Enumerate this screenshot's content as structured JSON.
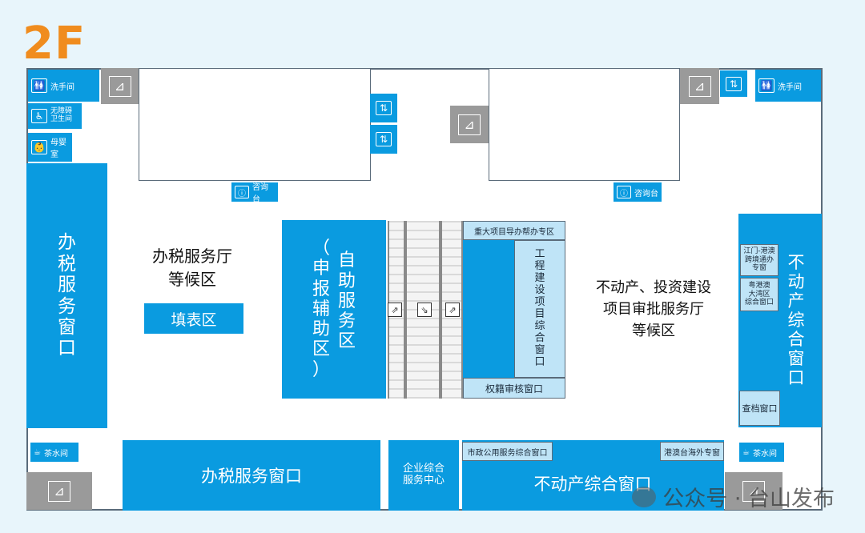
{
  "floor": "2F",
  "labels": {
    "restroom": "洗手间",
    "accessible_restroom_l1": "无障碍",
    "accessible_restroom_l2": "卫生间",
    "nursing_room": "母婴室",
    "info_desk": "咨询台",
    "tea_room": "茶水间",
    "tax_window_vertical": [
      "办",
      "税",
      "服",
      "务",
      "窗",
      "口"
    ],
    "tax_waiting_l1": "办税服务厅",
    "tax_waiting_l2": "等候区",
    "form_area": "填表区",
    "self_service_col1": [
      "（",
      "申",
      "报",
      "辅",
      "助",
      "区",
      "）"
    ],
    "self_service_col2": [
      "自",
      "助",
      "服",
      "务",
      "区"
    ],
    "major_project": "重大项目导办帮办专区",
    "engineering_window": [
      "工",
      "程",
      "建",
      "设",
      "项",
      "目",
      "综",
      "合",
      "窗",
      "口"
    ],
    "title_review": "权籍审核窗口",
    "realestate_waiting_l1": "不动产、投资建设",
    "realestate_waiting_l2": "项目审批服务厅",
    "realestate_waiting_l3": "等候区",
    "jiangmen_hkm": [
      "江门-港澳",
      "跨境通办",
      "专窗"
    ],
    "gba_window": [
      "粤港澳",
      "大湾区",
      "综合窗口"
    ],
    "realestate_window_vertical": [
      "不",
      "动",
      "产",
      "综",
      "合",
      "窗",
      "口"
    ],
    "archive_window": "查档窗口",
    "tax_window_bottom": "办税服务窗口",
    "enterprise_center_l1": "企业综合",
    "enterprise_center_l2": "服务中心",
    "municipal_window": "市政公用服务综合窗口",
    "hkmt_window": "港澳台海外专窗",
    "realestate_window_bottom": "不动产综合窗口"
  },
  "watermark": "公众号 · 台山发布",
  "colors": {
    "accent_blue": "#0a9be0",
    "light_blue": "#bfe4f7",
    "floor_label": "#f08c1e",
    "stair_gray": "#9a9a9a"
  },
  "icons": {
    "restroom": "restroom-icon",
    "accessible": "wheelchair-icon",
    "nursing": "nursing-icon",
    "stairs": "stairs-icon",
    "elevator": "elevator-icon",
    "info": "info-desk-icon",
    "tea": "tea-cup-icon",
    "escalator": "escalator-icon"
  }
}
